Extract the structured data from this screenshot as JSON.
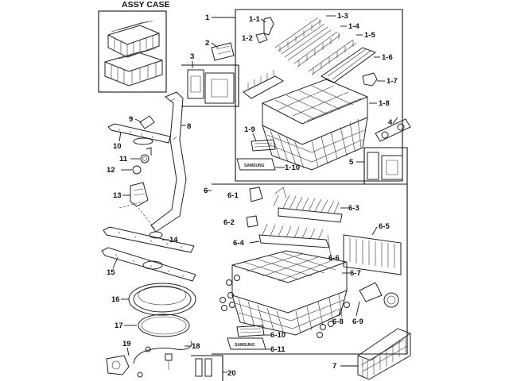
{
  "assy_case": "ASSY CASE",
  "part_label_text": "SAMSUNG",
  "callouts": {
    "c1": "1",
    "c1_1": "1-1",
    "c1_2": "1-2",
    "c1_3": "1-3",
    "c1_4": "1-4",
    "c1_5": "1-5",
    "c1_6": "1-6",
    "c1_7": "1-7",
    "c1_8": "1-8",
    "c1_9": "1-9",
    "c1_10": "1-10",
    "c2": "2",
    "c3": "3",
    "c4": "4",
    "c5": "5",
    "c6": "6",
    "c6_1": "6-1",
    "c6_2": "6-2",
    "c6_3": "6-3",
    "c6_4": "6-4",
    "c6_5": "6-5",
    "c6_6": "6-6",
    "c6_7": "6-7",
    "c6_8": "6-8",
    "c6_9": "6-9",
    "c6_10": "6-10",
    "c6_11": "6-11",
    "c7": "7",
    "c8": "8",
    "c9": "9",
    "c10": "10",
    "c11": "11",
    "c12": "12",
    "c13": "13",
    "c14": "14",
    "c15": "15",
    "c16": "16",
    "c17": "17",
    "c18": "18",
    "c19": "19",
    "c20": "20"
  }
}
